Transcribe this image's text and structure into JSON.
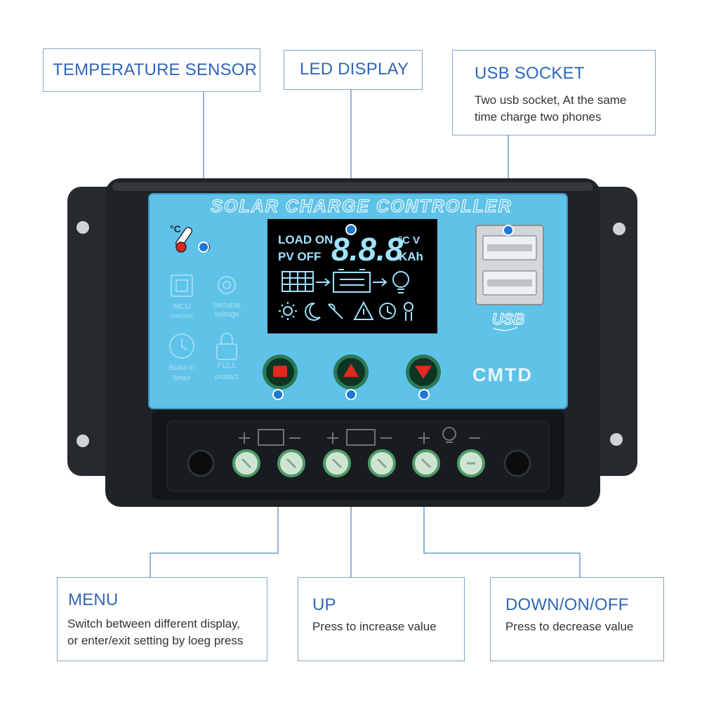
{
  "callouts": {
    "temp": {
      "title": "TEMPERATURE SENSOR"
    },
    "led": {
      "title": "LED DISPLAY"
    },
    "usb": {
      "title": "USB SOCKET",
      "desc_line1": "Two usb socket, At the same",
      "desc_line2": "time charge two phones"
    },
    "menu": {
      "title": "MENU",
      "desc_line1": "Switch between different display,",
      "desc_line2": "or enter/exit setting by loeg press"
    },
    "up": {
      "title": "UP",
      "desc": "Press to increase value"
    },
    "down": {
      "title": "DOWN/ON/OFF",
      "desc": "Press to decrease value"
    }
  },
  "device": {
    "panel_title": "SOLAR CHARGE CONTROLLER",
    "brand": "CMTD",
    "lcd": {
      "load_on": "LOAD ON",
      "pv_off": "PV OFF",
      "digits": "8.8.8",
      "unit_top": "°C V",
      "unit_bottom": "KAh"
    },
    "features": {
      "mcu_1": "MCU",
      "mcu_2": "CONTROL",
      "settable_1": "Settable",
      "settable_2": "voltage",
      "timer_1": "Build-in",
      "timer_2": "timer",
      "protect_1": "FULL",
      "protect_2": "protect"
    },
    "usb_logo": "USB",
    "temp_unit": "°C"
  },
  "colors": {
    "accent": "#2f66b8",
    "panel": "#5fc2e8",
    "marker": "#1e78d4",
    "border": "#7fa6c8"
  }
}
